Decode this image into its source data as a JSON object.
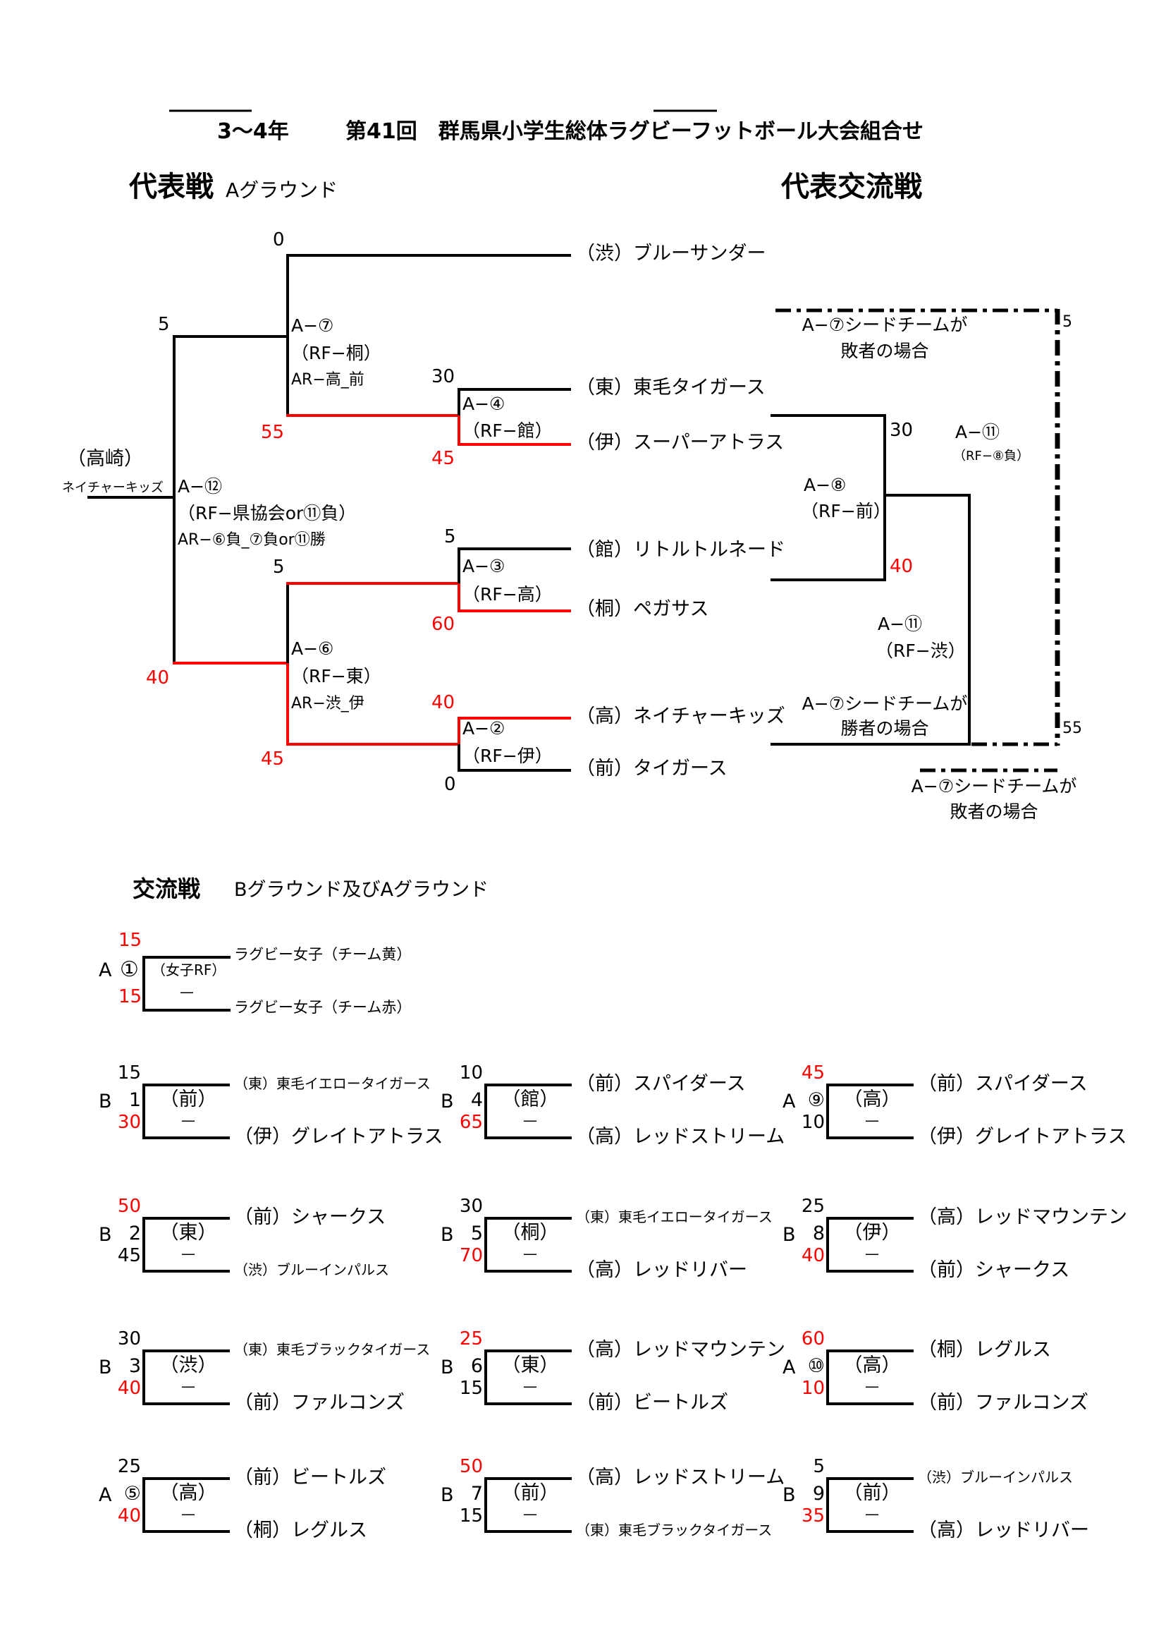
{
  "header": {
    "grade": "3〜4年",
    "title": "第41回　群馬県小学生総体ラグビーフットボール大会組合せ"
  },
  "main_bracket": {
    "heading": "代表戦",
    "ground": "Aグラウンド",
    "seed": {
      "club": "（高崎）",
      "team": "ネイチャーキッズ"
    },
    "teams": [
      "（渋）ブルーサンダー",
      "（東）東毛タイガース",
      "（伊）スーパーアトラス",
      "（館）リトルトルネード",
      "（桐）ペガサス",
      "（高）ネイチャーキッズ",
      "（前）タイガース"
    ],
    "matches": {
      "a12": {
        "code": "A−⑫",
        "rf": "（RF−県協会or⑪負）",
        "ar": "AR−⑥負_⑦負or⑪勝",
        "score_top": "5",
        "score_bottom": "40"
      },
      "a7": {
        "code": "A−⑦",
        "rf": "（RF−桐）",
        "ar": "AR−高_前",
        "score_top": "0",
        "score_bottom": "55"
      },
      "a6": {
        "code": "A−⑥",
        "rf": "（RF−東）",
        "ar": "AR−渋_伊",
        "score_top": "5",
        "score_bottom": "45"
      },
      "a4": {
        "code": "A−④",
        "rf": "（RF−館）",
        "score_top": "30",
        "score_bottom": "45"
      },
      "a3": {
        "code": "A−③",
        "rf": "（RF−高）",
        "score_top": "5",
        "score_bottom": "60"
      },
      "a2": {
        "code": "A−②",
        "rf": "（RF−伊）",
        "score_top": "40",
        "score_bottom": "0"
      }
    }
  },
  "exchange_bracket": {
    "heading": "代表交流戦",
    "note_loser_top": [
      "A−⑦シードチームが",
      "敗者の場合"
    ],
    "note_winner": [
      "A−⑦シードチームが",
      "勝者の場合"
    ],
    "note_loser_bottom": [
      "A−⑦シードチームが",
      "敗者の場合"
    ],
    "a8": {
      "code": "A−⑧",
      "rf": "（RF−前）",
      "score_top": "30",
      "score_bottom": "40"
    },
    "a11_inner": {
      "code": "A−⑪",
      "rf": "（RF−渋）"
    },
    "a11_outer": {
      "code": "A−⑪",
      "rf": "（RF−⑧負）",
      "score_top": "5",
      "score_bottom": "55"
    }
  },
  "friendly": {
    "heading": "交流戦",
    "ground": "Bグラウンド及びAグラウンド",
    "girls_match": {
      "ground": "A",
      "no": "①",
      "venue": "（女子RF）",
      "dash": "—",
      "top": "ラグビー女子（チーム黄）",
      "bottom": "ラグビー女子（チーム赤）",
      "score_top": "15",
      "score_bottom": "15",
      "top_win": true,
      "bottom_win": true
    },
    "matches": [
      {
        "ground": "B",
        "no": "1",
        "venue": "（前）",
        "dash": "—",
        "top": "（東）東毛イエロータイガース",
        "bottom": "（伊）グレイトアトラス",
        "score_top": "15",
        "score_bottom": "30",
        "top_win": false,
        "bottom_win": true,
        "top_small": true
      },
      {
        "ground": "B",
        "no": "4",
        "venue": "（館）",
        "dash": "—",
        "top": "（前）スパイダース",
        "bottom": "（高）レッドストリーム",
        "score_top": "10",
        "score_bottom": "65",
        "top_win": false,
        "bottom_win": true
      },
      {
        "ground": "A",
        "no": "⑨",
        "venue": "（高）",
        "dash": "—",
        "top": "（前）スパイダース",
        "bottom": "（伊）グレイトアトラス",
        "score_top": "45",
        "score_bottom": "10",
        "top_win": true,
        "bottom_win": false
      },
      {
        "ground": "B",
        "no": "2",
        "venue": "（東）",
        "dash": "—",
        "top": "（前）シャークス",
        "bottom": "（渋）ブルーインパルス",
        "score_top": "50",
        "score_bottom": "45",
        "top_win": true,
        "bottom_win": false,
        "bottom_small": true
      },
      {
        "ground": "B",
        "no": "5",
        "venue": "（桐）",
        "dash": "—",
        "top": "（東）東毛イエロータイガース",
        "bottom": "（高）レッドリバー",
        "score_top": "30",
        "score_bottom": "70",
        "top_win": false,
        "bottom_win": true,
        "top_small": true
      },
      {
        "ground": "B",
        "no": "8",
        "venue": "（伊）",
        "dash": "—",
        "top": "（高）レッドマウンテン",
        "bottom": "（前）シャークス",
        "score_top": "25",
        "score_bottom": "40",
        "top_win": false,
        "bottom_win": true
      },
      {
        "ground": "B",
        "no": "3",
        "venue": "（渋）",
        "dash": "—",
        "top": "（東）東毛ブラックタイガース",
        "bottom": "（前）ファルコンズ",
        "score_top": "30",
        "score_bottom": "40",
        "top_win": false,
        "bottom_win": true,
        "top_small": true
      },
      {
        "ground": "B",
        "no": "6",
        "venue": "（東）",
        "dash": "—",
        "top": "（高）レッドマウンテン",
        "bottom": "（前）ビートルズ",
        "score_top": "25",
        "score_bottom": "15",
        "top_win": true,
        "bottom_win": false
      },
      {
        "ground": "A",
        "no": "⑩",
        "venue": "（高）",
        "dash": "—",
        "top": "（桐）レグルス",
        "bottom": "（前）ファルコンズ",
        "score_top": "60",
        "score_bottom": "10",
        "top_win": true,
        "bottom_win": true
      },
      {
        "ground": "A",
        "no": "⑤",
        "venue": "（高）",
        "dash": "—",
        "top": "（前）ビートルズ",
        "bottom": "（桐）レグルス",
        "score_top": "25",
        "score_bottom": "40",
        "top_win": false,
        "bottom_win": true
      },
      {
        "ground": "B",
        "no": "7",
        "venue": "（前）",
        "dash": "—",
        "top": "（高）レッドストリーム",
        "bottom": "（東）東毛ブラックタイガース",
        "score_top": "50",
        "score_bottom": "15",
        "top_win": true,
        "bottom_win": false,
        "bottom_small": true
      },
      {
        "ground": "B",
        "no": "9",
        "venue": "（前）",
        "dash": "—",
        "top": "（渋）ブルーインパルス",
        "bottom": "（高）レッドリバー",
        "score_top": "5",
        "score_bottom": "35",
        "top_win": false,
        "bottom_win": true,
        "top_small": true
      }
    ]
  },
  "colors": {
    "winner": "#ff0000",
    "line": "#000000"
  }
}
